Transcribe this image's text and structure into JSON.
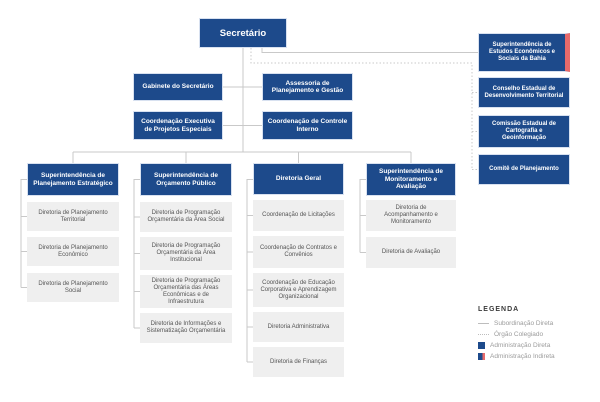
{
  "palette": {
    "blue": "#1D4A8B",
    "red": "#E76A6A",
    "box_gray": "#EFEFEF",
    "line_gray": "#C9C9C9",
    "text_gray": "#9B9B9B"
  },
  "root": {
    "label": "Secretário"
  },
  "staff": [
    "Gabinete do Secretário",
    "Assessoria de Planejamento e Gestão",
    "Coordenação Executiva de Projetos Especiais",
    "Coordenação de Controle Interno"
  ],
  "columns": [
    {
      "header": "Superintendência de Planejamento Estratégico",
      "children": [
        "Diretoria de Planejamento Territorial",
        "Diretoria de Planejamento Econômico",
        "Diretoria de Planejamento Social"
      ]
    },
    {
      "header": "Superintendência de Orçamento Público",
      "children": [
        "Diretoria de Programação Orçamentária da Área Social",
        "Diretoria de Programação Orçamentária da Área Institucional",
        "Diretoria de Programação Orçamentária das Áreas Econômicas e de Infraestrutura",
        "Diretoria de Informações e Sistematização Orçamentária"
      ]
    },
    {
      "header": "Diretoria Geral",
      "children": [
        "Coordenação de Licitações",
        "Coordenação de Contratos e Convênios",
        "Coordenação de Educação Corporativa e Aprendizagem Organizacional",
        "Diretoria Administrativa",
        "Diretoria de Finanças"
      ]
    },
    {
      "header": "Superintendência de Monitoramento e Avaliação",
      "children": [
        "Diretoria de Acompanhamento e Monitoramento",
        "Diretoria de Avaliação"
      ]
    }
  ],
  "side_units": [
    {
      "label": "Superintendência de Estudos Econômicos e Sociais da Bahia",
      "type": "administracao-indireta",
      "link": "subordinacao-direta"
    },
    {
      "label": "Conselho Estadual de Desenvolvimento Territorial",
      "type": "orgao-colegiado",
      "link": "orgao-colegiado"
    },
    {
      "label": "Comissão Estadual de Cartografia e Geoinformação",
      "type": "orgao-colegiado",
      "link": "orgao-colegiado"
    },
    {
      "label": "Comitê de Planejamento",
      "type": "orgao-colegiado",
      "link": "orgao-colegiado"
    }
  ],
  "legend": {
    "title": "LEGENDA",
    "items": [
      {
        "label": "Subordinação Direta",
        "swatch": "solid-line"
      },
      {
        "label": "Órgão Colegiado",
        "swatch": "dotted-line"
      },
      {
        "label": "Administração Direta",
        "swatch": "blue-square"
      },
      {
        "label": "Administração Indireta",
        "swatch": "blue-red-square"
      }
    ]
  }
}
